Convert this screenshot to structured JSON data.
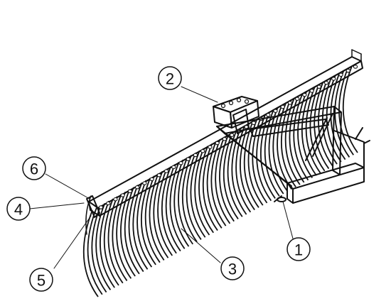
{
  "callouts": [
    {
      "id": "c1",
      "text": "1"
    },
    {
      "id": "c2",
      "text": "2"
    },
    {
      "id": "c3",
      "text": "3"
    },
    {
      "id": "c4",
      "text": "4"
    },
    {
      "id": "c5",
      "text": "5"
    },
    {
      "id": "c6",
      "text": "6"
    }
  ],
  "colors": {
    "ink": "#111111",
    "paper": "#ffffff"
  }
}
